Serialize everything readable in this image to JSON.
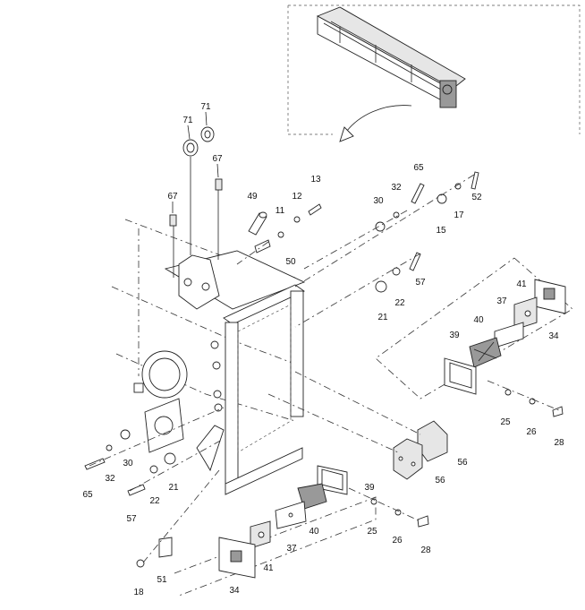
{
  "callouts": {
    "c71a": "71",
    "c71b": "71",
    "c67a": "67",
    "c67b": "67",
    "c49": "49",
    "c11": "11",
    "c12": "12",
    "c13": "13",
    "c50": "50",
    "c30a": "30",
    "c32a": "32",
    "c65a": "65",
    "c52": "52",
    "c17": "17",
    "c15": "15",
    "c57a": "57",
    "c22a": "22",
    "c21a": "21",
    "c41a": "41",
    "c37a": "37",
    "c40a": "40",
    "c39a": "39",
    "c34a": "34",
    "c25a": "25",
    "c26a": "26",
    "c28a": "28",
    "c56a": "56",
    "c56b": "56",
    "c39b": "39",
    "c40b": "40",
    "c25b": "25",
    "c26b": "26",
    "c28b": "28",
    "c37b": "37",
    "c41b": "41",
    "c34b": "34",
    "c51": "51",
    "c18": "18",
    "c65b": "65",
    "c32b": "32",
    "c30b": "30",
    "c22b": "22",
    "c21b": "21",
    "c57b": "57"
  }
}
